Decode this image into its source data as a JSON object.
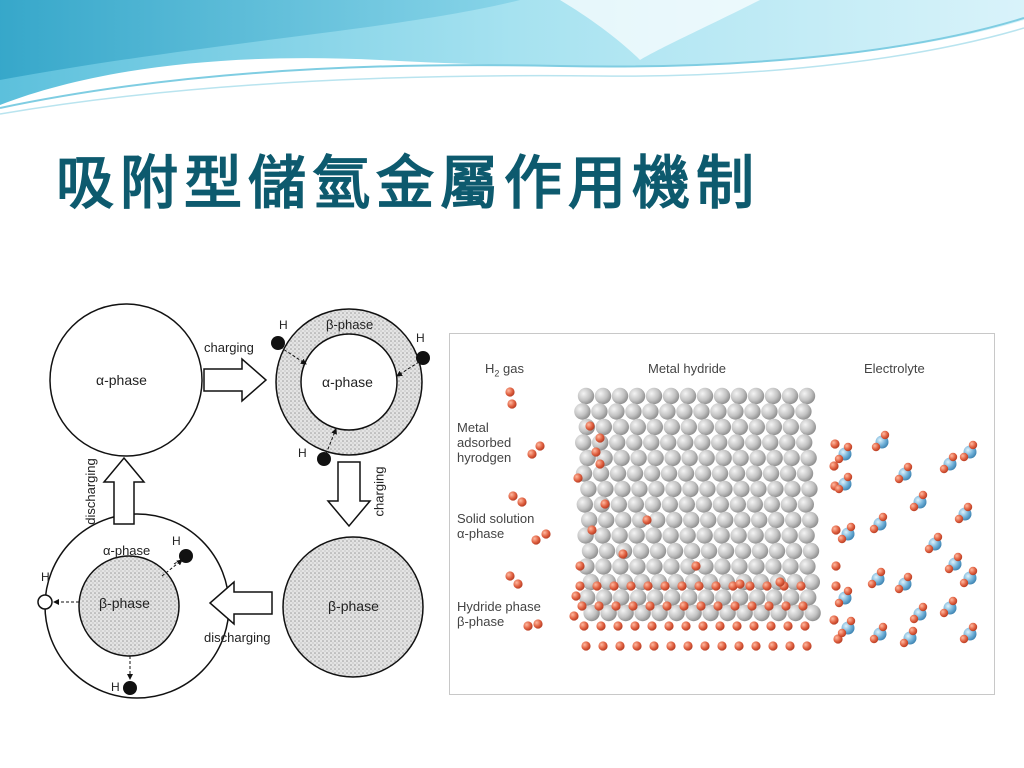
{
  "slide": {
    "title": "吸附型儲氫金屬作用機制"
  },
  "left_diagram": {
    "top_left_circle": "α-phase",
    "top_right_outer": "β-phase",
    "top_right_inner": "α-phase",
    "bottom_left_outer": "α-phase",
    "bottom_left_inner": "β-phase",
    "bottom_right_circle": "β-phase",
    "arrow_top": "charging",
    "arrow_right": "charging",
    "arrow_bottom": "discharging",
    "arrow_left": "discharging",
    "hydrogen": "H"
  },
  "right_diagram": {
    "header_h2": "H",
    "header_h2_sub": "2",
    "header_h2_rest": " gas",
    "header_metal": "Metal hydride",
    "header_electrolyte": "Electrolyte",
    "label_adsorbed_1": "Metal",
    "label_adsorbed_2": "adsorbed",
    "label_adsorbed_3": "hyrodgen",
    "label_solid_1": "Solid solution",
    "label_solid_2": "α-phase",
    "label_hydride_1": "Hydride phase",
    "label_hydride_2": "β-phase",
    "colors": {
      "metal": "#bdbdbd",
      "hydrogen": "#e06040",
      "oxygen": "#6fb0d8"
    }
  }
}
